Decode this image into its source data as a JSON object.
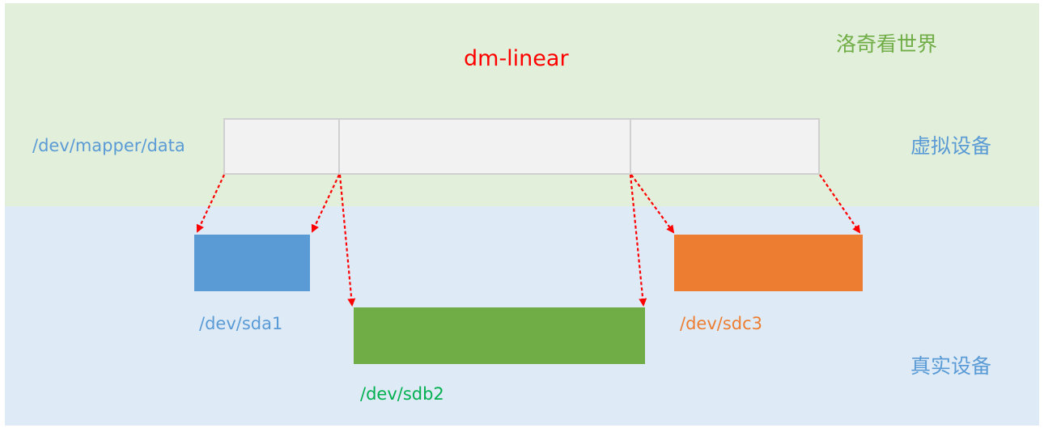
{
  "title": "dm-linear",
  "brand": "洛奇看世界",
  "virtual_layer_label": "虚拟设备",
  "real_layer_label": "真实设备",
  "virtual_device": {
    "name": "/dev/mapper/data",
    "segments": 3
  },
  "physical_devices": [
    {
      "name": "/dev/sda1",
      "color": "#5b9bd5"
    },
    {
      "name": "/dev/sdb2",
      "color": "#70ad47"
    },
    {
      "name": "/dev/sdc3",
      "color": "#ed7d31"
    }
  ],
  "colors": {
    "virtual_band": "#e2efda",
    "real_band": "#deebf7",
    "title": "#ff0000",
    "arrow": "#ff0000"
  }
}
